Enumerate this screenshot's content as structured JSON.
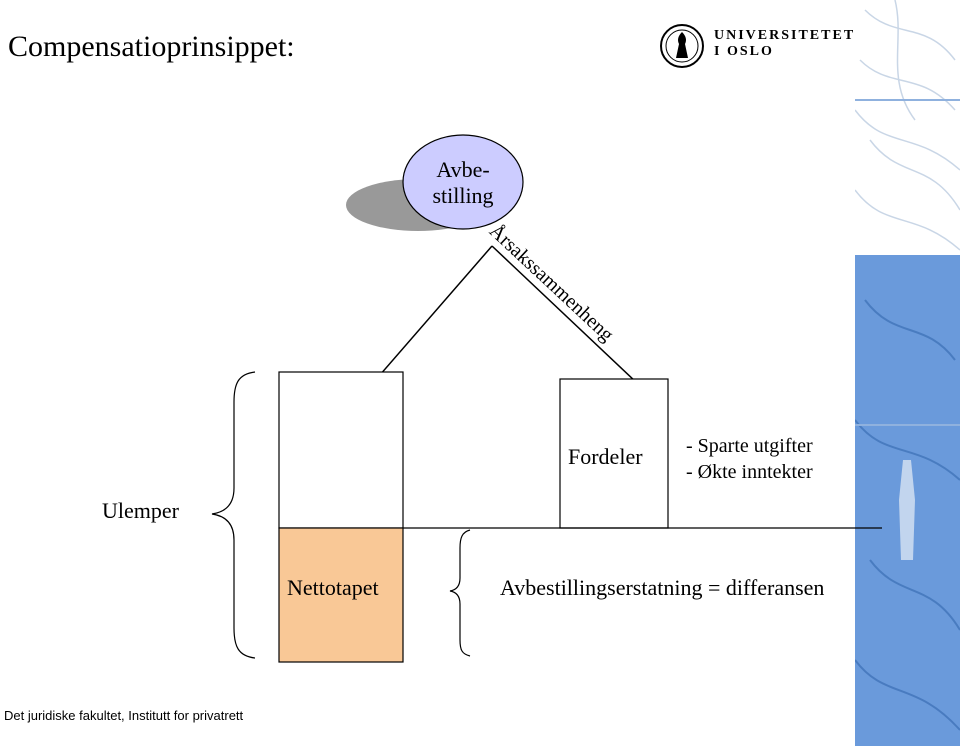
{
  "title": "Compensatioprinsippet:",
  "logo": {
    "line1": "UNIVERSITETET",
    "line2": "I OSLO",
    "icon": "university-seal-icon"
  },
  "diagram": {
    "cause_ellipse": {
      "line1": "Avbe-",
      "line2": "stilling",
      "fill": "#ccccff",
      "shadow": "#999999"
    },
    "causation_label": "Årsakssammenheng",
    "losses_label": "Ulemper",
    "benefits_box_label": "Fordeler",
    "benefits_list": [
      "- Sparte utgifter",
      "- Økte inntekter"
    ],
    "net_loss_box_label": "Nettotapet",
    "net_loss_fill": "#f9c896",
    "result_label": "Avbestillingserstatning = differansen"
  },
  "footer": "Det juridiske fakultet, Institutt for privatrett",
  "colors": {
    "side_panel": "#5b8fd6",
    "side_panel_light": "#cfdff2"
  }
}
